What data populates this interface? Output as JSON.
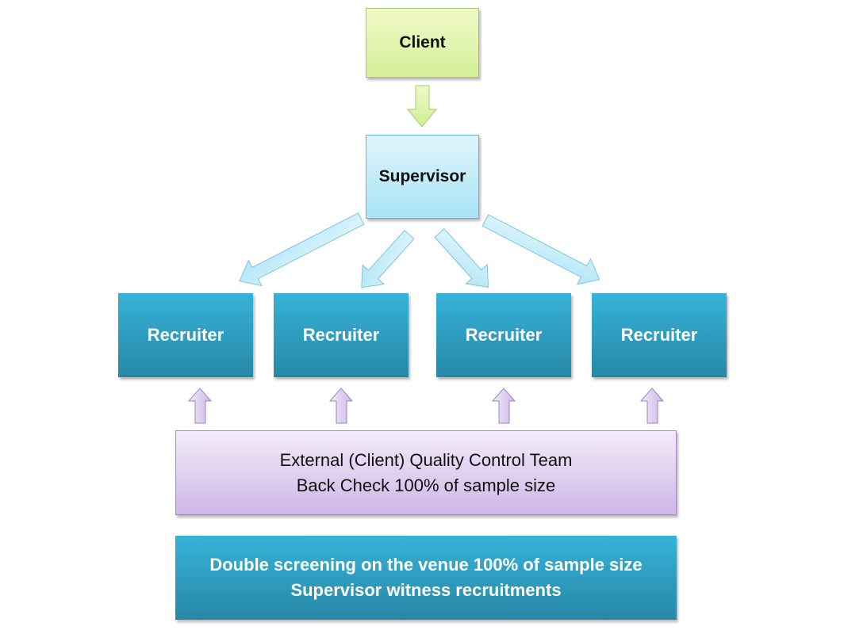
{
  "nodes": {
    "client": "Client",
    "supervisor": "Supervisor",
    "recruiters": [
      "Recruiter",
      "Recruiter",
      "Recruiter",
      "Recruiter"
    ],
    "quality_control": {
      "line1": "External (Client) Quality Control Team",
      "line2": "Back Check 100% of sample size"
    },
    "screening": {
      "line1": "Double screening on the venue 100% of sample size",
      "line2": "Supervisor witness recruitments"
    }
  },
  "edges": [
    {
      "from": "client",
      "to": "supervisor",
      "icon": "arrow-down-icon"
    },
    {
      "from": "supervisor",
      "to": "recruiter-1",
      "icon": "arrow-diagonal-icon"
    },
    {
      "from": "supervisor",
      "to": "recruiter-2",
      "icon": "arrow-diagonal-icon"
    },
    {
      "from": "supervisor",
      "to": "recruiter-3",
      "icon": "arrow-diagonal-icon"
    },
    {
      "from": "supervisor",
      "to": "recruiter-4",
      "icon": "arrow-diagonal-icon"
    },
    {
      "from": "quality-control",
      "to": "recruiter-1",
      "icon": "arrow-up-icon"
    },
    {
      "from": "quality-control",
      "to": "recruiter-2",
      "icon": "arrow-up-icon"
    },
    {
      "from": "quality-control",
      "to": "recruiter-3",
      "icon": "arrow-up-icon"
    },
    {
      "from": "quality-control",
      "to": "recruiter-4",
      "icon": "arrow-up-icon"
    }
  ],
  "colors": {
    "client": "#d4ef99",
    "supervisor": "#a9e3f6",
    "recruiter": "#2f9fc4",
    "quality_control": "#cdb7e6"
  }
}
